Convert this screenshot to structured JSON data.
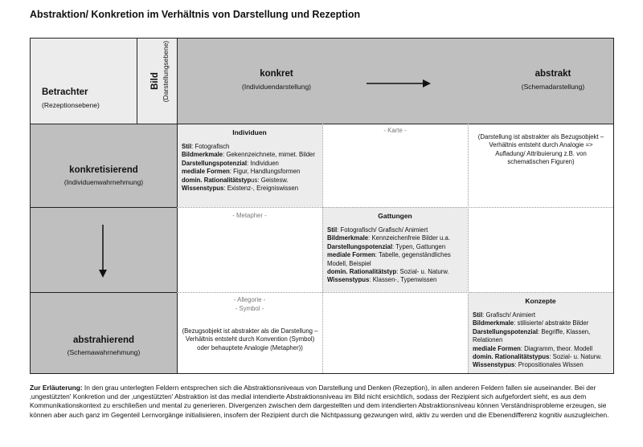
{
  "title": "Abstraktion/ Konkretion im Verhältnis von Darstellung und Rezeption",
  "header": {
    "betrachter": "Betrachter",
    "betrachter_sub": "(Rezeptionsebene)",
    "bild": "Bild",
    "bild_sub": "(Darstellungsebene)",
    "konkret": "konkret",
    "konkret_sub": "(Individuendarstellung)",
    "abstrakt": "abstrakt",
    "abstrakt_sub": "(Schemadarstellung)"
  },
  "rows": {
    "konkretisierend": "konkretisierend",
    "konkretisierend_sub": "(Individuenwahrnehmung)",
    "abstrahierend": "abstrahierend",
    "abstrahierend_sub": "(Schemawahrnehmung)"
  },
  "individuen": {
    "title": "Individuen",
    "lines": [
      {
        "label": "Stil",
        "text": ": Fotografisch"
      },
      {
        "label": "Bildmerkmale",
        "text": ": Gekennzeichnete, mimet. Bilder"
      },
      {
        "label": "Darstellungspotenzial",
        "text": ": Individuen"
      },
      {
        "label": "mediale Formen",
        "text": ": Figur, Handlungsformen"
      },
      {
        "label": "domin. Rationalitätstyp",
        "text": "us: Geistesw."
      },
      {
        "label": "Wissenstypus",
        "text": ": Existenz-, Ereigniswissen"
      }
    ]
  },
  "karte": "- Karte -",
  "karte_note": "(Darstellung ist abstrakter als Bezugsobjekt – Verhältnis entsteht durch Analogie => Aufladung/ Attribuierung z.B. von schematischen Figuren)",
  "metapher": "- Metapher -",
  "gattungen": {
    "title": "Gattungen",
    "lines": [
      {
        "label": "Stil",
        "text": ": Fotografisch/ Grafisch/ Animiert"
      },
      {
        "label": "Bildmerkmale",
        "text": ": Kennzeichenfreie Bilder u.a."
      },
      {
        "label": "Darstellungspotenzial",
        "text": ": Typen, Gattungen"
      },
      {
        "label": "mediale Formen",
        "text": ": Tabelle, gegenständliches Modell, Beispiel"
      },
      {
        "label": "domin. Rationalitätstyp",
        "text": ": Sozial- u. Naturw."
      },
      {
        "label": "Wissenstypus",
        "text": ": Klassen-, Typenwissen"
      }
    ]
  },
  "allegorie": "- Allegorie -",
  "symbol": "- Symbol -",
  "allegorie_note": "(Bezugsobjekt ist abstrakter als die Darstellung – Verhältnis entsteht durch Konvention (Symbol) oder behauptete Analogie (Metapher))",
  "konzepte": {
    "title": "Konzepte",
    "lines": [
      {
        "label": "Stil",
        "text": ": Grafisch/ Animiert"
      },
      {
        "label": "Bildmerkmale",
        "text": ": stilisierte/ abstrakte Bilder"
      },
      {
        "label": "Darstellungspotenzial",
        "text": ": Begriffe, Klassen, Relationen"
      },
      {
        "label": "mediale Formen",
        "text": ": Diagramm, theor. Modell"
      },
      {
        "label": "domin. Rationalitätstypus",
        "text": ": Sozial- u. Naturw."
      },
      {
        "label": "Wissenstypus",
        "text": ": Propositionales Wissen"
      }
    ]
  },
  "footer": {
    "label": "Zur Erläuterung:",
    "text": " In den grau unterlegten Feldern entsprechen sich die Abstraktionsniveaus von Darstellung und Denken (Rezeption), in allen anderen Feldern fallen sie auseinander. Bei der ‚ungestützten' Konkretion und der ‚ungestützten' Abstraktion ist das medial intendierte Abstraktionsniveau im Bild nicht ersichtlich, sodass der Rezipient sich aufgefordert sieht, es aus dem Kommunikationskontext zu erschließen und mental zu generieren. Divergenzen zwischen dem dargestellten und dem intendierten Abstraktionsniveau können Verständnisprobleme erzeugen, sie können aber auch ganz im Gegenteil Lernvorgänge initialisieren, insofern der Rezipient durch die Nichtpassung gezwungen wird, aktiv zu werden und die Ebenendifferenz kognitiv auszugleichen."
  }
}
